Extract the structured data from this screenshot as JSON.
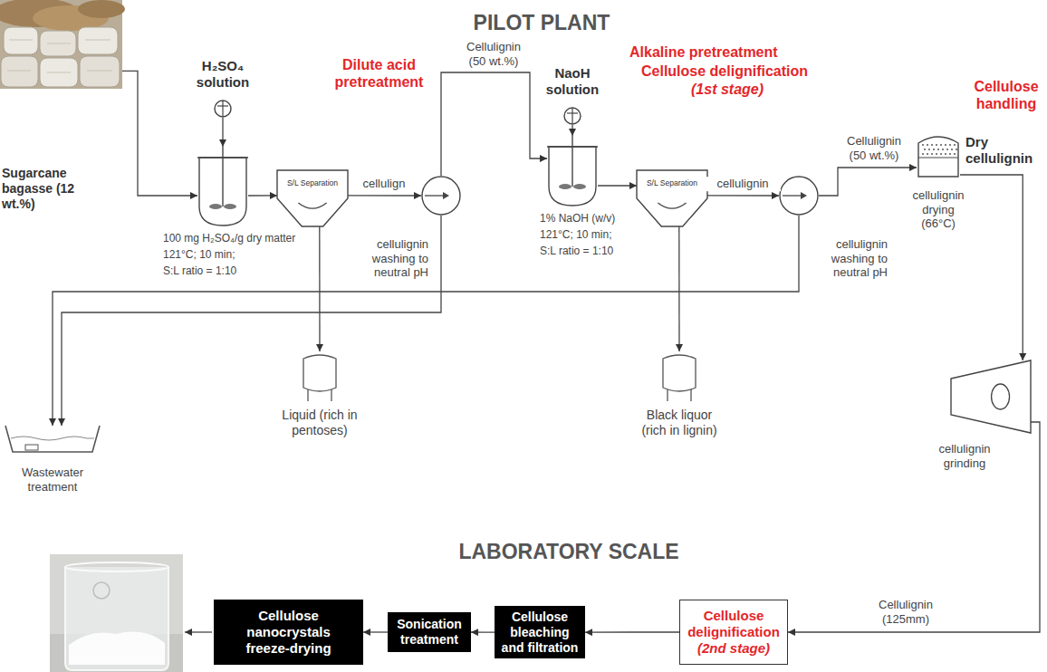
{
  "diagram": {
    "title": "PILOT PLANT",
    "nodes": [
      {
        "text": [
          "Sugarcane bagasse (12 wt.%)"
        ]
      },
      {
        "text": [
          "H₂SO₄ solution"
        ]
      },
      {
        "text": [
          "100 mg H₂SO₄/g dry matter",
          "121°C; 10 min;",
          "S:L ratio = 1:10"
        ]
      },
      {
        "text": [
          "S/L Separation"
        ]
      },
      {
        "text": [
          "cellulignin washing to neutral pH"
        ]
      },
      {
        "text": [
          "Liquid (rich in pentoses)"
        ]
      },
      {
        "text": [
          "NaoH solution"
        ]
      },
      {
        "text": [
          "1% NaOH (w/v)",
          "121°C; 10 min;",
          "S:L ratio = 1:10"
        ]
      },
      {
        "text": [
          "S/L Separation"
        ]
      },
      {
        "text": [
          "cellulignin washing to neutral pH"
        ]
      },
      {
        "text": [
          "Black liquor (rich in lignin)"
        ]
      },
      {
        "text": [
          "Dry cellulignin",
          "cellulignin drying (66°C)"
        ]
      },
      {
        "text": [
          "Wastewater treatment"
        ]
      },
      {
        "text": [
          "cellulignin grinding"
        ]
      },
      {
        "text": [
          "Cellulose delignification",
          "(2nd stage)"
        ]
      },
      {
        "text": [
          "Cellulose bleaching and filtration"
        ]
      },
      {
        "text": [
          "Sonication treatment"
        ]
      },
      {
        "text": [
          "Cellulose nanocrystals freeze-drying"
        ]
      }
    ],
    "edges": [
      {
        "from": 0,
        "to": 2,
        "arrow": "to"
      },
      {
        "from": 1,
        "to": 2,
        "arrow": "to"
      },
      {
        "from": 2,
        "to": 3,
        "arrow": "to"
      },
      {
        "from": 3,
        "to": 4,
        "label": "cellulign",
        "arrow": "to"
      },
      {
        "from": 3,
        "to": 5,
        "arrow": "to"
      },
      {
        "from": 4,
        "to": 7,
        "label": "Cellulignin (50 wt.%)",
        "arrow": "to"
      },
      {
        "from": 4,
        "to": 12,
        "arrow": "to"
      },
      {
        "from": 6,
        "to": 7,
        "arrow": "to"
      },
      {
        "from": 7,
        "to": 8,
        "arrow": "to"
      },
      {
        "from": 8,
        "to": 9,
        "label": "cellulignin",
        "arrow": "to"
      },
      {
        "from": 8,
        "to": 10,
        "arrow": "to"
      },
      {
        "from": 9,
        "to": 11,
        "label": "Cellulignin (50 wt.%)",
        "arrow": "to"
      },
      {
        "from": 9,
        "to": 12,
        "arrow": "to"
      },
      {
        "from": 11,
        "to": 13,
        "arrow": "to"
      },
      {
        "from": 13,
        "to": 14,
        "label": "Cellulignin (125mm)",
        "arrow": "to"
      },
      {
        "from": 14,
        "to": 15,
        "arrow": "to"
      },
      {
        "from": 15,
        "to": 16,
        "arrow": "to"
      },
      {
        "from": 16,
        "to": 17,
        "arrow": "to"
      }
    ],
    "labels": [
      "Dilute acid pretreatment",
      "Alkaline pretreatment",
      "Cellulose delignification",
      "(1st stage)",
      "Cellulose handling",
      "LABORATORY SCALE"
    ]
  }
}
